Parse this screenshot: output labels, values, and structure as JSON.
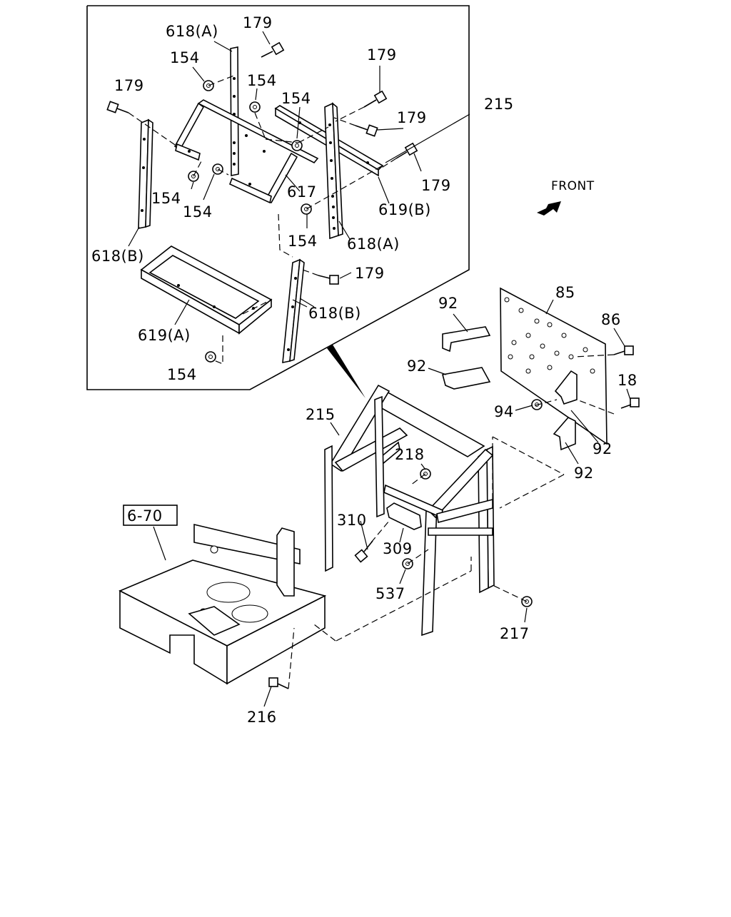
{
  "diagram": {
    "front_label": "FRONT",
    "ref_box_label": "6-70",
    "callouts": [
      {
        "id": "c1",
        "text": "618(A)"
      },
      {
        "id": "c2",
        "text": "179"
      },
      {
        "id": "c3",
        "text": "154"
      },
      {
        "id": "c4",
        "text": "154"
      },
      {
        "id": "c5",
        "text": "179"
      },
      {
        "id": "c6",
        "text": "154"
      },
      {
        "id": "c7",
        "text": "179"
      },
      {
        "id": "c8",
        "text": "179"
      },
      {
        "id": "c9",
        "text": "215"
      },
      {
        "id": "c10",
        "text": "179"
      },
      {
        "id": "c11",
        "text": "154"
      },
      {
        "id": "c12",
        "text": "154"
      },
      {
        "id": "c13",
        "text": "617"
      },
      {
        "id": "c14",
        "text": "619(B)"
      },
      {
        "id": "c15",
        "text": "154"
      },
      {
        "id": "c16",
        "text": "618(A)"
      },
      {
        "id": "c17",
        "text": "618(B)"
      },
      {
        "id": "c18",
        "text": "179"
      },
      {
        "id": "c19",
        "text": "618(B)"
      },
      {
        "id": "c20",
        "text": "619(A)"
      },
      {
        "id": "c21",
        "text": "154"
      },
      {
        "id": "c22",
        "text": "92"
      },
      {
        "id": "c23",
        "text": "85"
      },
      {
        "id": "c24",
        "text": "86"
      },
      {
        "id": "c25",
        "text": "92"
      },
      {
        "id": "c26",
        "text": "18"
      },
      {
        "id": "c27",
        "text": "94"
      },
      {
        "id": "c28",
        "text": "215"
      },
      {
        "id": "c29",
        "text": "218"
      },
      {
        "id": "c30",
        "text": "92"
      },
      {
        "id": "c31",
        "text": "92"
      },
      {
        "id": "c32",
        "text": "310"
      },
      {
        "id": "c33",
        "text": "309"
      },
      {
        "id": "c34",
        "text": "537"
      },
      {
        "id": "c35",
        "text": "217"
      },
      {
        "id": "c36",
        "text": "216"
      }
    ]
  }
}
